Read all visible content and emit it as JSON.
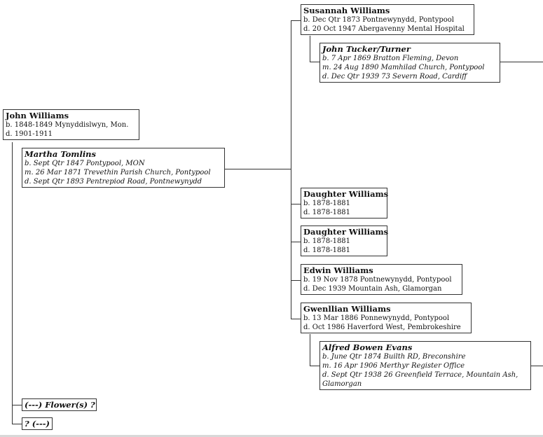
{
  "root": {
    "name": "John Williams",
    "lines": [
      "b. 1848-1849 Mynyddislwyn, Mon.",
      "d. 1901-1911"
    ]
  },
  "spouses": [
    {
      "name": "Martha Tomlins",
      "lines": [
        "b. Sept Qtr 1847 Pontypool, MON",
        "m. 26 Mar 1871 Trevethin Parish Church, Pontypool",
        "d. Sept Qtr 1893 Pentrepiod Road, Pontnewynydd"
      ]
    },
    {
      "name": "(---) Flower(s) ?",
      "lines": []
    },
    {
      "name": "? (---)",
      "lines": []
    }
  ],
  "children": [
    {
      "name": "Susannah Williams",
      "lines": [
        "b. Dec Qtr 1873 Pontnewynydd, Pontypool",
        "d. 20 Oct 1947 Abergavenny Mental Hospital"
      ],
      "spouse": {
        "name": "John Tucker/Turner",
        "lines": [
          "b. 7 Apr 1869 Bratton Fleming, Devon",
          "m. 24 Aug 1890 Mamhilad Church, Pontypool",
          "d. Dec Qtr 1939 73 Severn Road, Cardiff"
        ]
      }
    },
    {
      "name": "Daughter Williams",
      "lines": [
        "b. 1878-1881",
        "d. 1878-1881"
      ]
    },
    {
      "name": "Daughter Williams",
      "lines": [
        "b. 1878-1881",
        "d. 1878-1881"
      ]
    },
    {
      "name": "Edwin Williams",
      "lines": [
        "b. 19 Nov 1878 Pontnewynydd, Pontypool",
        "d. Dec 1939 Mountain Ash, Glamorgan"
      ]
    },
    {
      "name": "Gwenllian Williams",
      "lines": [
        "b. 13 Mar 1886 Ponnewynydd, Pontypool",
        "d. Oct 1986 Haverford West, Pembrokeshire"
      ],
      "spouse": {
        "name": "Alfred Bowen Evans",
        "lines": [
          "b. June Qtr 1874 Builth RD, Breconshire",
          "m. 16 Apr 1906 Merthyr Register Office",
          "d. Sept Qtr 1938 26 Greenfield Terrace, Mountain Ash,",
          "Glamorgan"
        ]
      }
    }
  ]
}
